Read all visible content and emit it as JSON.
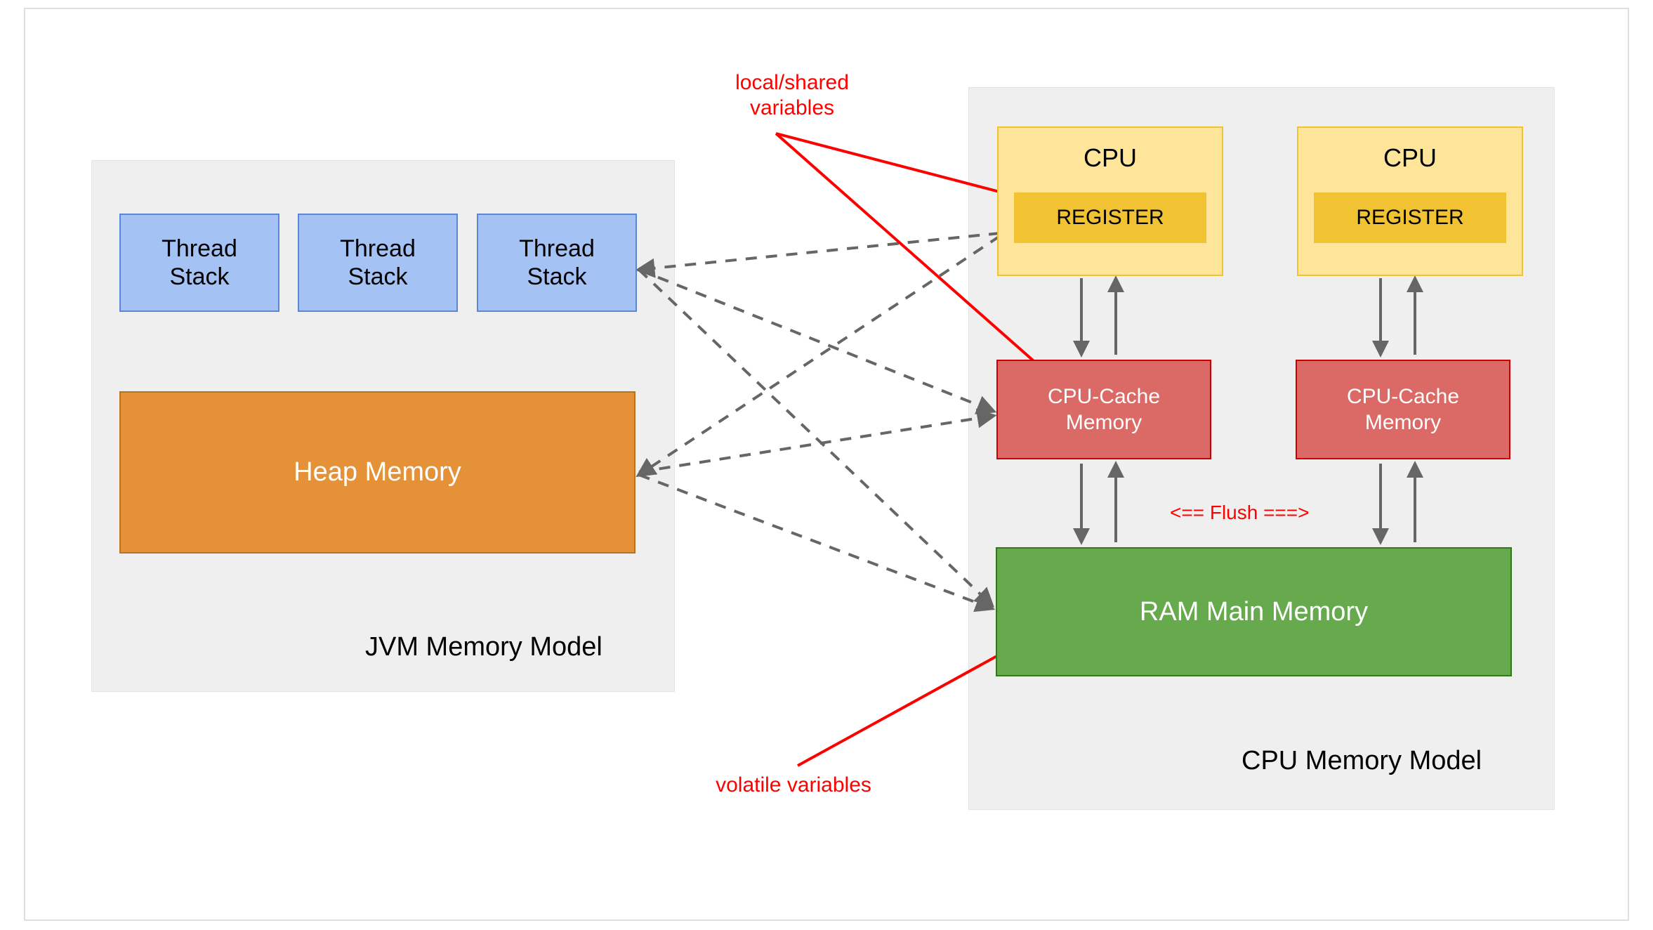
{
  "diagram": {
    "title_jvm": "JVM Memory Model",
    "title_cpu": "CPU Memory Model"
  },
  "jvm": {
    "label": "JVM Memory Model",
    "thread_stacks": [
      {
        "label": "Thread\nStack"
      },
      {
        "label": "Thread\nStack"
      },
      {
        "label": "Thread\nStack"
      }
    ],
    "heap": {
      "label": "Heap Memory"
    }
  },
  "cpu": {
    "label": "CPU Memory Model",
    "cores": [
      {
        "cpu_label": "CPU",
        "register_label": "REGISTER"
      },
      {
        "cpu_label": "CPU",
        "register_label": "REGISTER"
      }
    ],
    "caches": [
      {
        "label": "CPU-Cache\nMemory"
      },
      {
        "label": "CPU-Cache\nMemory"
      }
    ],
    "ram": {
      "label": "RAM Main Memory"
    }
  },
  "annotations": {
    "local_shared": "local/shared\nvariables",
    "volatile": "volatile variables",
    "flush": "<== Flush ===>"
  },
  "colors": {
    "panel_bg": "#efefef",
    "thread_stack_fill": "#a4c2f4",
    "thread_stack_stroke": "#5b87d6",
    "heap_fill": "#e59138",
    "heap_stroke": "#b8731e",
    "cpu_fill": "#ffe599",
    "cpu_stroke": "#f1c232",
    "register_fill": "#f1c232",
    "cache_fill": "#db6a66",
    "cache_stroke": "#cc0000",
    "ram_fill": "#66aa4d",
    "ram_stroke": "#38761d",
    "annotation_red": "#ff0000",
    "wire_gray": "#666666"
  }
}
